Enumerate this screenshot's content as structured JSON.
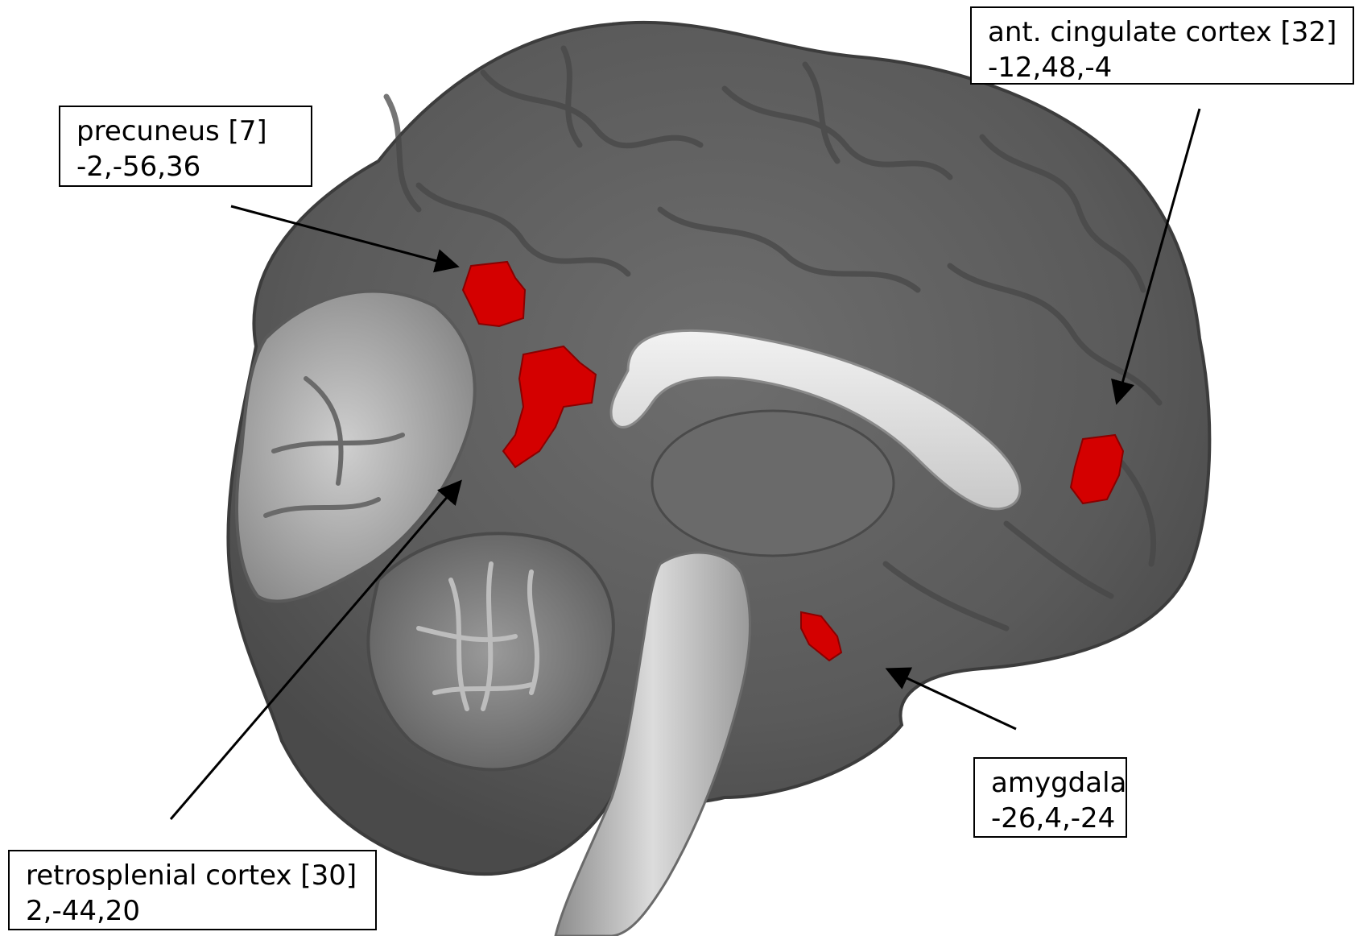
{
  "figure": {
    "background_color": "#ffffff",
    "activation_color": "#d40000",
    "labels": [
      {
        "id": "precuneus",
        "region": "precuneus [7]",
        "coords": "-2,-56,36"
      },
      {
        "id": "acc",
        "region": "ant. cingulate cortex [32]",
        "coords": "-12,48,-4"
      },
      {
        "id": "amygdala",
        "region": "amygdala",
        "coords": "-26,4,-24"
      },
      {
        "id": "retrosplenial",
        "region": "retrosplenial cortex [30]",
        "coords": "2,-44,20"
      }
    ]
  }
}
